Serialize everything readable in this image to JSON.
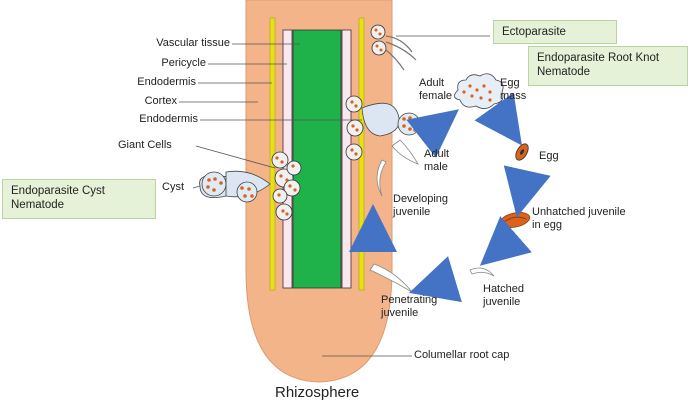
{
  "labels": {
    "vascular_tissue": "Vascular tissue",
    "pericycle": "Pericycle",
    "endodermis_1": "Endodermis",
    "cortex": "Cortex",
    "endodermis_2": "Endodermis",
    "giant_cells": "Giant Cells",
    "cyst": "Cyst",
    "ectoparasite": "Ectoparasite",
    "endoparasite_root_knot": "Endoparasite Root Knot Nematode",
    "endoparasite_cyst": "Endoparasite Cyst Nematode",
    "adult_female": "Adult female",
    "egg_mass": "Egg mass",
    "adult_male": "Adult male",
    "egg": "Egg",
    "developing_juvenile": "Developing juvenile",
    "unhatched_juvenile": "Unhatched juvenile in egg",
    "hatched_juvenile": "Hatched juvenile",
    "penetrating_juvenile": "Penetrating juvenile",
    "columellar_root_cap": "Columellar root cap",
    "rhizosphere": "Rhizosphere"
  },
  "colors": {
    "root": "#f4b48a",
    "root_edge": "#d99b72",
    "vascular": "#1fb24a",
    "pericycle": "#fbe7ef",
    "yellow_band": "#e8e016",
    "arrow": "#4472c4",
    "egg_dot": "#d9631e",
    "cell_fill": "#f0f0f0",
    "label_box": "#e6f2d8"
  }
}
